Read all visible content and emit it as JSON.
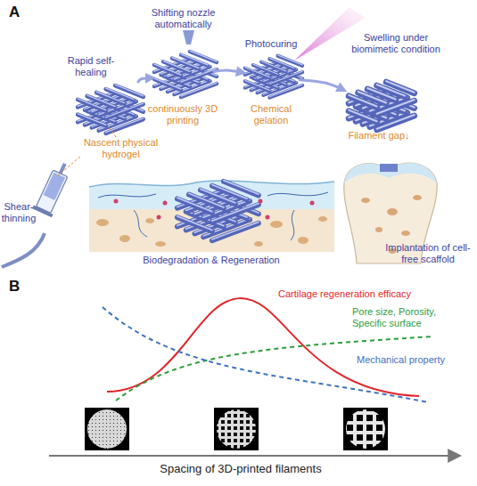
{
  "diagram": {
    "nodes": [
      {
        "text": [
          "Shear-thinning"
        ]
      },
      {
        "text": [
          "Rapid self-healing"
        ]
      },
      {
        "text": [
          "Shifting nozzle automatically",
          "continuously 3D printing"
        ]
      },
      {
        "text": [
          "Photocuring",
          "Chemical gelation"
        ]
      },
      {
        "text": [
          "Swelling under biomimetic condition",
          "Filament gap↓"
        ]
      },
      {
        "text": [
          "Implantation of cell-free scaffold"
        ]
      },
      {
        "text": [
          "Biodegradation & Regeneration"
        ]
      }
    ],
    "edges": [
      {
        "from": 1,
        "to": 2,
        "arrow": "to"
      },
      {
        "from": 2,
        "to": 3,
        "arrow": "to"
      },
      {
        "from": 3,
        "to": 4,
        "arrow": "to"
      }
    ],
    "labels": [
      "A",
      "Nascent physical hydrogel",
      "B",
      "Cartilage regeneration efficacy",
      "Pore size, Porosity, Specific surface",
      "Mechanical property",
      "Spacing of 3D-printed filaments"
    ]
  }
}
